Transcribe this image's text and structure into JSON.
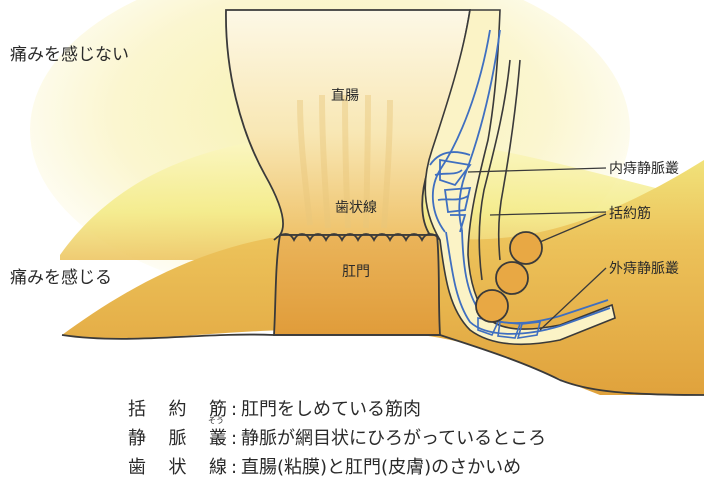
{
  "labels": {
    "no_pain": "痛みを感じない",
    "pain": "痛みを感じる",
    "rectum": "直腸",
    "dentate_line": "歯状線",
    "anus": "肛門",
    "internal_plexus": "内痔静脈叢",
    "sphincter": "括約筋",
    "external_plexus": "外痔静脈叢"
  },
  "legend": [
    {
      "term": "括約筋",
      "desc": "肛門をしめている筋肉"
    },
    {
      "term": "静脈叢",
      "ruby": "そう",
      "desc": "静脈が網目状にひろがっているところ"
    },
    {
      "term": "歯状線",
      "desc": "直腸(粘膜)と肛門(皮膚)のさかいめ"
    }
  ],
  "colors": {
    "orange": "#e3a53e",
    "yellow_glow": "#f6ee8a",
    "vein": "#3f6fc0",
    "outline": "#3a3a3a"
  }
}
